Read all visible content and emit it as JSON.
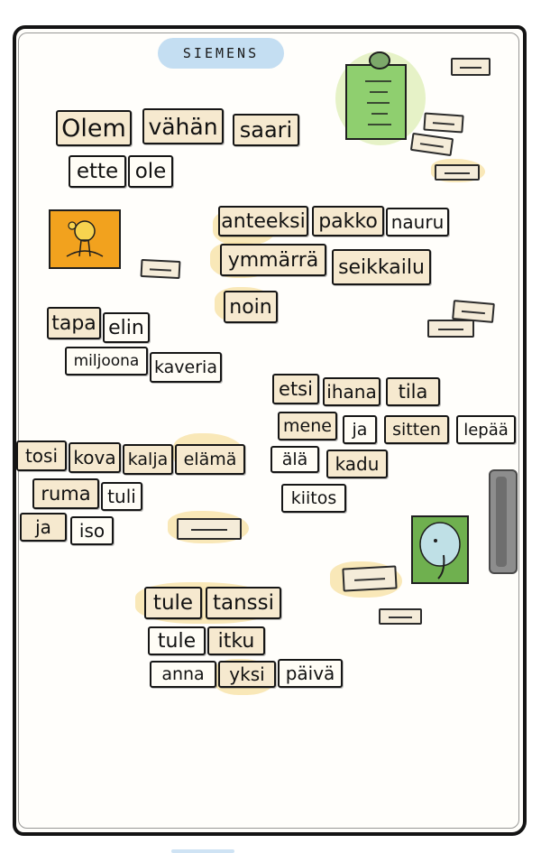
{
  "brand": "SIEMENS",
  "rows": [
    [
      {
        "text": "Olem",
        "style": "tint"
      },
      {
        "text": "vähän",
        "style": "tint"
      },
      {
        "text": "saari",
        "style": "tint"
      }
    ],
    [
      {
        "text": "ette",
        "style": "plain"
      },
      {
        "text": "ole",
        "style": "plain"
      }
    ],
    [
      {
        "text": "anteeksi",
        "style": "tint"
      },
      {
        "text": "pakko",
        "style": "tint"
      },
      {
        "text": "nauru",
        "style": "plain"
      }
    ],
    [
      {
        "text": "ymmärrä",
        "style": "tint"
      },
      {
        "text": "seikkailu",
        "style": "tint"
      }
    ],
    [
      {
        "text": "noin",
        "style": "tint"
      }
    ],
    [
      {
        "text": "tapa",
        "style": "tint"
      },
      {
        "text": "elin",
        "style": "plain"
      }
    ],
    [
      {
        "text": "miljoona",
        "style": "plain"
      },
      {
        "text": "kaveria",
        "style": "plain"
      }
    ],
    [
      {
        "text": "etsi",
        "style": "tint"
      },
      {
        "text": "ihana",
        "style": "tint"
      },
      {
        "text": "tila",
        "style": "tint"
      }
    ],
    [
      {
        "text": "mene",
        "style": "tint"
      },
      {
        "text": "ja",
        "style": "plain"
      },
      {
        "text": "sitten",
        "style": "tint"
      },
      {
        "text": "lepää",
        "style": "plain"
      }
    ],
    [
      {
        "text": "tosi",
        "style": "tint"
      },
      {
        "text": "kova",
        "style": "tint"
      },
      {
        "text": "kalja",
        "style": "tint"
      },
      {
        "text": "elämä",
        "style": "tint"
      }
    ],
    [
      {
        "text": "älä",
        "style": "plain"
      },
      {
        "text": "kadu",
        "style": "tint"
      }
    ],
    [
      {
        "text": "ruma",
        "style": "tint"
      },
      {
        "text": "tuli",
        "style": "plain"
      }
    ],
    [
      {
        "text": "kiitos",
        "style": "plain"
      }
    ],
    [
      {
        "text": "ja",
        "style": "tint"
      },
      {
        "text": "iso",
        "style": "plain"
      }
    ],
    [
      {
        "text": "tule",
        "style": "tint"
      },
      {
        "text": "tanssi",
        "style": "tint"
      }
    ],
    [
      {
        "text": "tule",
        "style": "plain"
      },
      {
        "text": "itku",
        "style": "tint"
      }
    ],
    [
      {
        "text": "anna",
        "style": "plain"
      },
      {
        "text": "yksi",
        "style": "tint"
      },
      {
        "text": "päivä",
        "style": "plain"
      }
    ]
  ],
  "icons": {
    "clipboard": "clipboard-note-icon",
    "sun_photo": "plant-drawing-icon",
    "elephant_photo": "elephant-drawing-icon",
    "handle": "fridge-handle-icon"
  },
  "colors": {
    "tile_tint": "#f6e9cf",
    "highlight": "#f8e2a8",
    "brand_bg": "#c4def2",
    "green": "#7fc36a",
    "orange": "#f2a21e"
  }
}
